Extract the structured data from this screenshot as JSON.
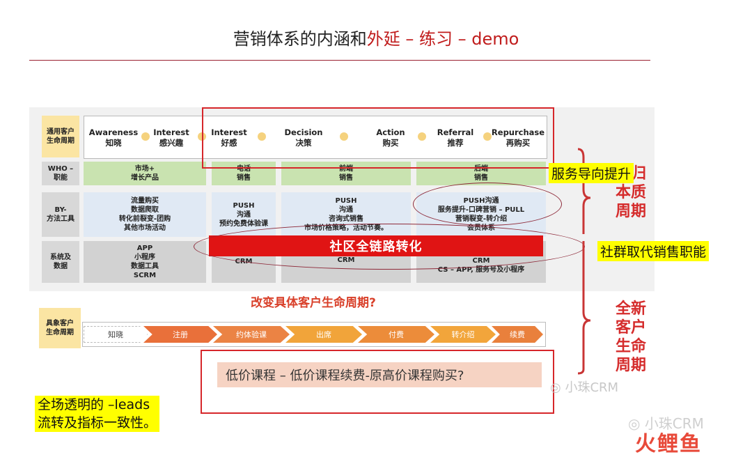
{
  "title": {
    "part1": "营销体系的内涵和",
    "part2": "外延 – 练习 – demo"
  },
  "row_headers": [
    {
      "label": "通用客户\n生命周期"
    },
    {
      "label": "WHO –\n职能"
    },
    {
      "label": "BY-\n方法工具"
    },
    {
      "label": "系统及\n数据"
    }
  ],
  "lifecycle_stages": [
    {
      "en": "Awareness",
      "zh": "知晓"
    },
    {
      "en": "Interest",
      "zh": "感兴趣"
    },
    {
      "en": "Interest",
      "zh": "好感"
    },
    {
      "en": "Decision",
      "zh": "决策"
    },
    {
      "en": "Action",
      "zh": "购买"
    },
    {
      "en": "Referral",
      "zh": "推荐"
    },
    {
      "en": "Repurchase",
      "zh": "再购买"
    }
  ],
  "who_row": [
    "市场+\n增长产品",
    "电话\n销售",
    "前端\n销售",
    "后端\n销售"
  ],
  "by_row": [
    "流量购买\n数据爬取\n转化前裂变-团购\n其他市场活动",
    "PUSH\n沟通\n预约免费体验课",
    "PUSH\n沟通\n咨询式销售\n市场价格策略，活动节奏。",
    "PUSH沟通\n服务提升-口碑营销 – PULL\n营销裂变-转介绍\n会员体系"
  ],
  "system_row": [
    "APP\n小程序\n数据工具\nSCRM",
    "CRM",
    "CRM",
    "CRM\nCS – APP, 服务号及小程序"
  ],
  "red_bar": "社区全链路转化",
  "question": "改变具体客户生命周期?",
  "concrete": {
    "header": "具象客户\n生命周期",
    "steps": [
      "知晓",
      "注册",
      "约体验课",
      "出席",
      "付费",
      "转介绍",
      "续费"
    ]
  },
  "pricing_text": "低价课程 – 低价课程续费-原高价课程购买?",
  "annotations": {
    "service": "服务导向提升",
    "community": "社群取代销售职能",
    "leads": "全场透明的 –leads\n流转及指标一致性。"
  },
  "side_labels": {
    "top": "回归\n本质\n周期",
    "bottom": "全新\n客户\n生命\n周期"
  },
  "watermarks": {
    "wm1": "小珠CRM",
    "wm2": "小珠CRM",
    "logo": "火鲤鱼"
  },
  "colors": {
    "accent": "#c01c1c",
    "highlight": "#ffff00",
    "bar": "#e01414"
  }
}
